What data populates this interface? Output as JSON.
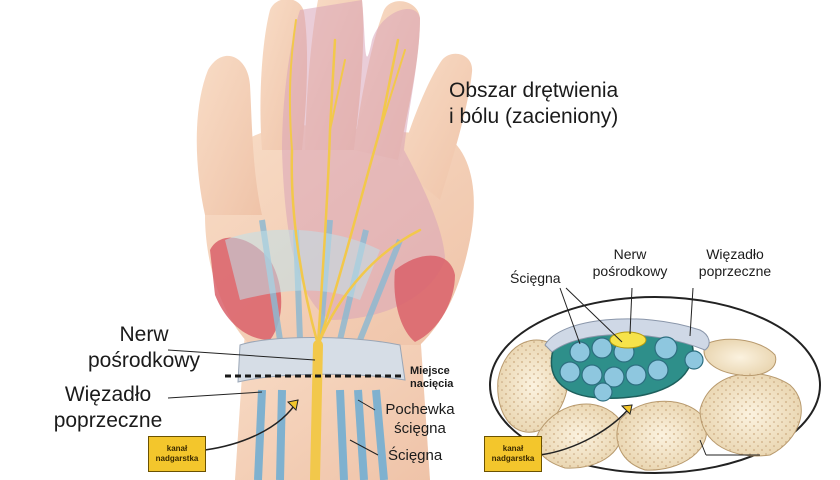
{
  "labels": {
    "numb_area_line1": "Obszar drętwienia",
    "numb_area_line2": "i bólu (zacieniony)",
    "nerve_left_line1": "Nerw",
    "nerve_left_line2": "pośrodkowy",
    "ligament_left_line1": "Więzadło",
    "ligament_left_line2": "poprzeczne",
    "incision_line1": "Miejsce",
    "incision_line2": "nacięcia",
    "sheath_line1": "Pochewka",
    "sheath_line2": "ścięgna",
    "tendons_bottom": "Ścięgna",
    "tendons_right": "Ścięgna",
    "nerve_right_line1": "Nerw",
    "nerve_right_line2": "pośrodkowy",
    "ligament_right_line1": "Więzadło",
    "ligament_right_line2": "poprzeczne"
  },
  "canal_box": {
    "line1": "kanał",
    "line2": "nadgarstka"
  },
  "colors": {
    "skin": "#f6d3bb",
    "numb_shade": "#d9a4b8",
    "nerve": "#f2c84b",
    "tendon": "#9cc7dd",
    "muscle": "#d9606a",
    "bone": "#f1e3c8",
    "canal_box": "#f3c62c"
  }
}
